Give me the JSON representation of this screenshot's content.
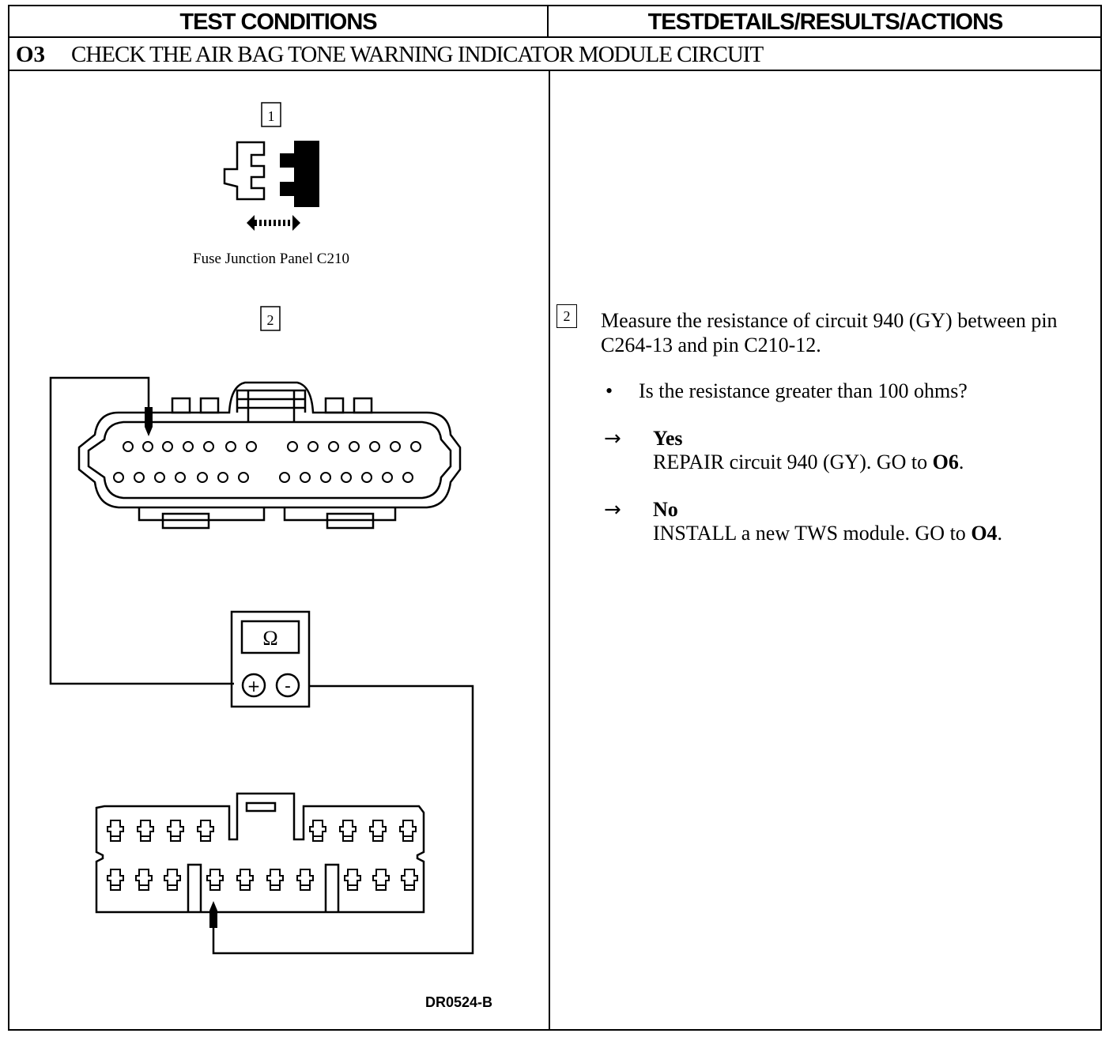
{
  "header": {
    "left_title": "TEST CONDITIONS",
    "right_title": "TESTDETAILS/RESULTS/ACTIONS"
  },
  "test": {
    "number": "O3",
    "title": "CHECK THE AIR BAG TONE WARNING INDICATOR MODULE CIRCUIT"
  },
  "diagram": {
    "step1_label": "1",
    "step1_caption": "Fuse Junction Panel C210",
    "step2_label": "2",
    "meter_symbol": "Ω",
    "meter_plus": "+",
    "meter_minus": "-",
    "figure_code": "DR0524-B"
  },
  "details": {
    "step_label": "2",
    "instruction": "Measure the resistance of circuit 940 (GY) between pin C264-13 and pin C210-12.",
    "bullet": "•",
    "question": "Is the resistance greater than 100 ohms?",
    "arrow": "→",
    "yes_label": "Yes",
    "yes_action_prefix": "REPAIR circuit 940 (GY). GO to ",
    "yes_action_target": "O6",
    "yes_action_suffix": ".",
    "no_label": "No",
    "no_action_prefix": "INSTALL a new TWS module. GO to ",
    "no_action_target": "O4",
    "no_action_suffix": "."
  }
}
